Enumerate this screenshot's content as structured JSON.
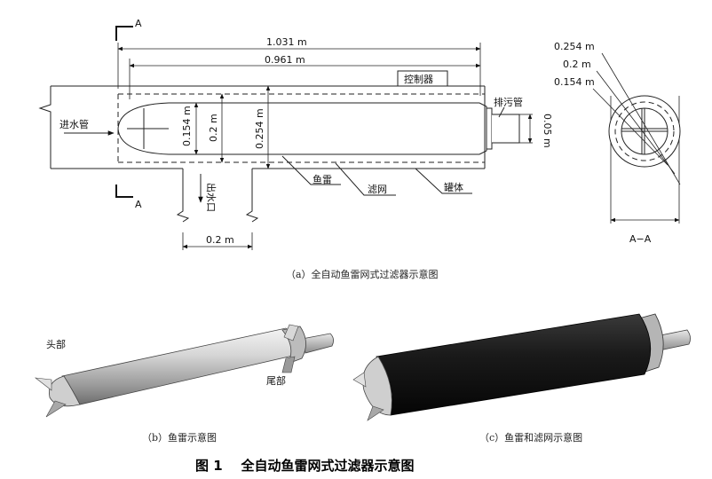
{
  "section_marks": {
    "top": "A",
    "bottom": "A"
  },
  "dimensions": {
    "overall_length": "1.031 m",
    "inner_length": "0.961 m",
    "dia_torpedo": "0.154 m",
    "dia_screen": "0.2 m",
    "dia_tank": "0.254 m",
    "drain_dia": "0.05 m",
    "outlet_width": "0.2 m"
  },
  "labels": {
    "controller": "控制器",
    "inlet": "进水管",
    "drain": "排污管",
    "outlet": "出水口",
    "torpedo": "鱼雷",
    "screen": "滤网",
    "tank": "罐体",
    "head": "头部",
    "tail": "尾部"
  },
  "section_view": {
    "label": "A−A",
    "d1": "0.254 m",
    "d2": "0.2 m",
    "d3": "0.154 m"
  },
  "captions": {
    "a": "（a）全自动鱼雷网式过滤器示意图",
    "b": "（b）鱼雷示意图",
    "c": "（c）鱼雷和滤网示意图"
  },
  "figure_title": "图 1    全自动鱼雷网式过滤器示意图"
}
